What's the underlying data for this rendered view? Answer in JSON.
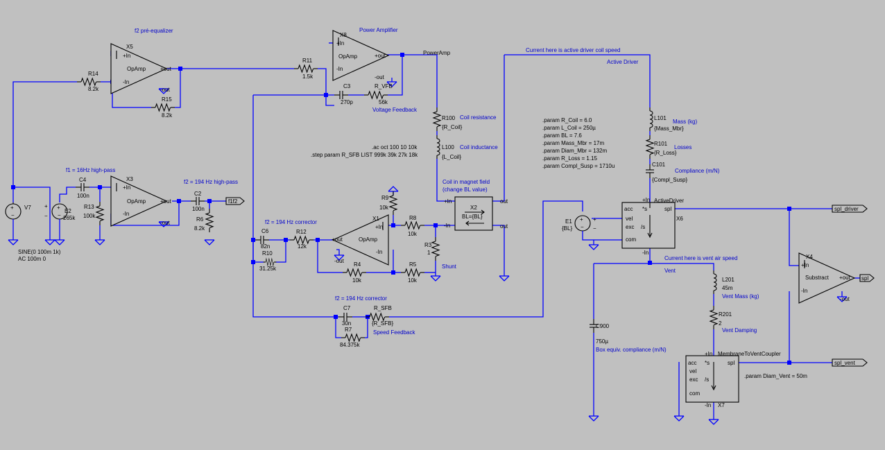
{
  "comments": {
    "f2_pre": "f2 pré-equalizer",
    "power_amp": "Power Amplifier",
    "voltage_fb": "Voltage Feedback",
    "active_driver_title": "Active Driver",
    "current_driver": "Current here is active driver coil speed",
    "coil_resistance": "Coil resistance",
    "coil_inductance": "Coil inductance",
    "coil_field_1": "Coil in magnet field",
    "coil_field_2": "(change BL value)",
    "shunt": "Shunt",
    "f1_hp": "f1 = 16Hz high-pass",
    "f2_hp": "f2 = 194 Hz high-pass",
    "f2_corr1": "f2 = 194 Hz corrector",
    "f2_corr2": "f2 = 194 Hz corrector",
    "speed_fb": "Speed Feedback",
    "mass": "Mass (kg)",
    "losses": "Losses",
    "compliance": "Compliance (m/N)",
    "current_vent": "Current here is vent air speed",
    "vent": "Vent",
    "vent_mass": "Vent Mass (kg)",
    "vent_damping": "Vent Damping",
    "box_compliance": "Box equiv. compliance (m/N)"
  },
  "directives": {
    "ac": ".ac oct 100 10 10k",
    "step": ".step param R_SFB LIST 999k 39k 27k 18k",
    "params": [
      ".param R_Coil = 6.0",
      ".param L_Coil = 250µ",
      ".param BL = 7.6",
      ".param Mass_Mbr = 17m",
      ".param Diam_Mbr = 132m",
      ".param R_Loss = 1.15",
      ".param Compl_Susp = 1710u"
    ],
    "vent_param": ".param Diam_Vent = 50m"
  },
  "nets": {
    "poweramp": "PowerAmp",
    "f1f2": "f1f2",
    "spl_driver": "spl_driver",
    "spl": "spl",
    "spl_vent": "spl_vent"
  },
  "components": {
    "X5": {
      "ref": "X5",
      "type": "OpAmp",
      "in_p": "+In",
      "in_n": "-In",
      "out_p": "+out",
      "out_n": "-out"
    },
    "X8": {
      "ref": "X8",
      "type": "OpAmp",
      "in_p": "+In",
      "in_n": "-In",
      "out_p": "+out",
      "out_n": "-out"
    },
    "X3": {
      "ref": "X3",
      "type": "OpAmp",
      "in_p": "+In",
      "in_n": "-In",
      "out_p": "+out",
      "out_n": "-out"
    },
    "X1": {
      "ref": "X1",
      "type": "OpAmp",
      "in_p": "+In",
      "in_n": "-In",
      "out_p": "+out",
      "out_n": "-out"
    },
    "X4": {
      "ref": "X4",
      "type": "Substract",
      "in_p": "+In",
      "in_n": "-In",
      "out_p": "+out",
      "out_n": "-out"
    },
    "R14": {
      "ref": "R14",
      "value": "8.2k"
    },
    "R15": {
      "ref": "R15",
      "value": "8.2k"
    },
    "R11": {
      "ref": "R11",
      "value": "1.5k"
    },
    "C3": {
      "ref": "C3",
      "value": "270p"
    },
    "R_VFB": {
      "ref": "R_VFB",
      "value": "56k"
    },
    "R100": {
      "ref": "R100",
      "value": "{R_Coil}"
    },
    "L100": {
      "ref": "L100",
      "value": "{L_Coil}"
    },
    "X2": {
      "ref": "X2",
      "value": "BL={BL}",
      "in_p": "+In",
      "in_n": "-In",
      "out_p": "out",
      "out_n": "out"
    },
    "R9": {
      "ref": "R9",
      "value": "10k"
    },
    "R8": {
      "ref": "R8",
      "value": "10k"
    },
    "R3": {
      "ref": "R3",
      "value": "1"
    },
    "R4": {
      "ref": "R4",
      "value": "10k"
    },
    "R5": {
      "ref": "R5",
      "value": "10k"
    },
    "C6": {
      "ref": "C6",
      "value": "82n"
    },
    "R12": {
      "ref": "R12",
      "value": "12k"
    },
    "R10": {
      "ref": "R10",
      "value": "31.25k"
    },
    "C7": {
      "ref": "C7",
      "value": "30n"
    },
    "R7": {
      "ref": "R7",
      "value": "84.375k"
    },
    "R_SFB": {
      "ref": "R_SFB",
      "value": "{R_SFB}"
    },
    "V7": {
      "ref": "V7",
      "value1": "SINE(0 100m 1k)",
      "value2": "AC 100m 0"
    },
    "E2": {
      "ref": "E2",
      "value": "265k"
    },
    "C4": {
      "ref": "C4",
      "value": "100n"
    },
    "R13": {
      "ref": "R13",
      "value": "100k"
    },
    "C2": {
      "ref": "C2",
      "value": "100n"
    },
    "R6": {
      "ref": "R6",
      "value": "8.2k"
    },
    "L101": {
      "ref": "L101",
      "value": "{Mass_Mbr}"
    },
    "R101": {
      "ref": "R101",
      "value": "{R_Loss}"
    },
    "C101": {
      "ref": "C101",
      "value": "{Compl_Susp}"
    },
    "E1": {
      "ref": "E1",
      "value": "{BL}"
    },
    "X6": {
      "ref": "X6",
      "name": "ActiveDriver",
      "p_in": "+In",
      "p_acc": "acc",
      "p_vel": "vel",
      "p_exc": "exc",
      "p_com": "com",
      "p_s": "*s",
      "p_ds": "/s",
      "p_spl": "spl",
      "n_in": "-In"
    },
    "L201": {
      "ref": "L201",
      "value": "45m"
    },
    "R201": {
      "ref": "R201",
      "value": "2"
    },
    "C900": {
      "ref": "C900",
      "value": "750µ"
    },
    "X7": {
      "ref": "X7",
      "name": "MembraneToVentCoupler",
      "p_in": "+In",
      "p_acc": "acc",
      "p_vel": "vel",
      "p_exc": "exc",
      "p_com": "com",
      "p_s": "*s",
      "p_ds": "/s",
      "p_spl": "spl",
      "n_in": "-In"
    }
  }
}
